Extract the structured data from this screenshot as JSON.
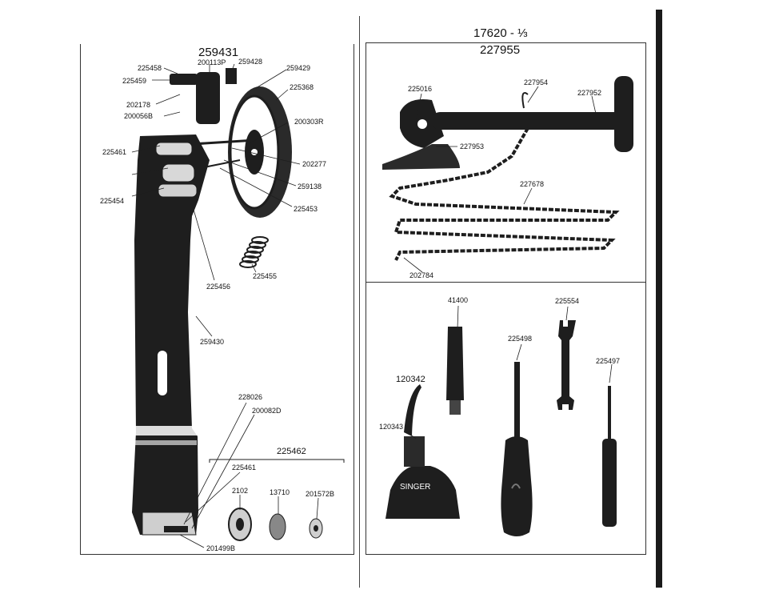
{
  "left_panel": {
    "assembly_number": "259431",
    "labels": {
      "l225458": "225458",
      "l225459": "225459",
      "l200113p": "200113P",
      "l259428": "259428",
      "l259429": "259429",
      "l225368": "225368",
      "l202178": "202178",
      "l200056b": "200056B",
      "l200303r": "200303R",
      "l202277": "202277",
      "l259138": "259138",
      "l225453": "225453",
      "l225461a": "225461",
      "l225454": "225454",
      "l225456": "225456",
      "l225455": "225455",
      "l259430": "259430",
      "l228026": "228026",
      "l200082d": "200082D",
      "l225462": "225462",
      "l225461": "225461",
      "l2102": "2102",
      "l13710": "13710",
      "l201572b": "201572B",
      "l201499b": "201499B"
    }
  },
  "right_top": {
    "header_line1": "17620 - ⅓",
    "header_line2": "227955",
    "labels": {
      "l225016": "225016",
      "l227954": "227954",
      "l227952": "227952",
      "l227953": "227953",
      "l227678": "227678",
      "l202784": "202784"
    }
  },
  "right_bottom": {
    "labels": {
      "l41400": "41400",
      "l225554": "225554",
      "l225498": "225498",
      "l225497": "225497",
      "l120342": "120342",
      "l120343": "120343"
    },
    "oil_can_text": "SINGER"
  },
  "colors": {
    "ink": "#111111",
    "part_fill": "#1e1e1e",
    "background": "#ffffff"
  }
}
